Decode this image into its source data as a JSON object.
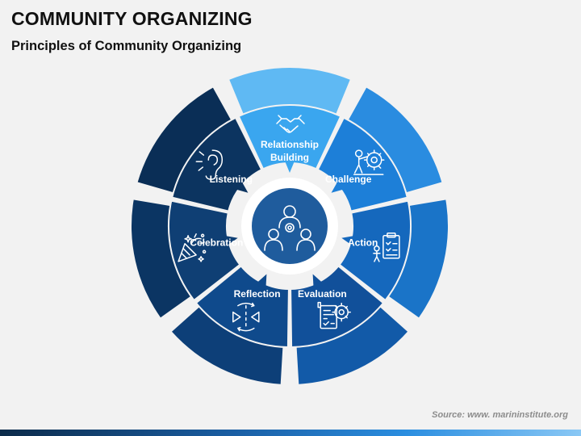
{
  "header": {
    "title": "COMMUNITY ORGANIZING",
    "subtitle": "Principles of Community Organizing"
  },
  "diagram": {
    "center_icon": "team-gear-icon",
    "segments": [
      {
        "id": "relationship-building",
        "lines": [
          "Relationship",
          "Building"
        ],
        "icon": "handshake-icon",
        "color": "#3aa6ef",
        "outer_color": "#5fb9f3"
      },
      {
        "id": "challenge",
        "lines": [
          "Challenge"
        ],
        "icon": "person-pushing-gear-icon",
        "color": "#1d7fd8",
        "outer_color": "#2a8ce0"
      },
      {
        "id": "action",
        "lines": [
          "Action"
        ],
        "icon": "checklist-person-icon",
        "color": "#1568bd",
        "outer_color": "#1a74c8"
      },
      {
        "id": "evaluation",
        "lines": [
          "Evaluation"
        ],
        "icon": "report-gear-icon",
        "color": "#11509a",
        "outer_color": "#125aa8"
      },
      {
        "id": "reflection",
        "lines": [
          "Reflection"
        ],
        "icon": "mirror-arrows-icon",
        "color": "#0f4a8c",
        "outer_color": "#0d3f78"
      },
      {
        "id": "celebration",
        "lines": [
          "Celebration"
        ],
        "icon": "party-popper-icon",
        "color": "#0f3f74",
        "outer_color": "#0b3563"
      },
      {
        "id": "listening",
        "lines": [
          "Listening"
        ],
        "icon": "ear-icon",
        "color": "#0c3460",
        "outer_color": "#0a2e56"
      }
    ]
  },
  "footer": {
    "source": "Source: www. marininstitute.org"
  }
}
